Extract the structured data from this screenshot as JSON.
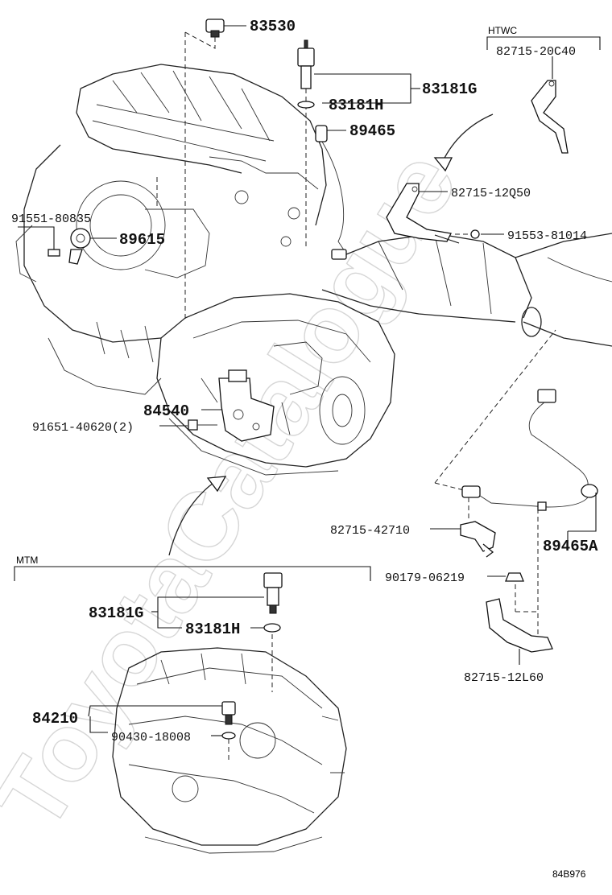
{
  "watermark": "ToyotaCatalogue",
  "diagram_code": "84B976",
  "sections": {
    "htwc": "HTWC",
    "mtm": "MTM"
  },
  "parts": {
    "p83530": "83530",
    "p83181g_top": "83181G",
    "p83181h_top": "83181H",
    "p89465": "89465",
    "p82715_20c40": "82715-20C40",
    "p82715_12q50": "82715-12Q50",
    "p91553_81014": "91553-81014",
    "p91551_80835": "91551-80835",
    "p89615": "89615",
    "p84540": "84540",
    "p91651_40620": "91651-40620(2)",
    "p82715_42710": "82715-42710",
    "p89465a": "89465A",
    "p90179_06219": "90179-06219",
    "p82715_12l60": "82715-12L60",
    "p83181g_bot": "83181G",
    "p83181h_bot": "83181H",
    "p84210": "84210",
    "p90430_18008": "90430-18008"
  }
}
